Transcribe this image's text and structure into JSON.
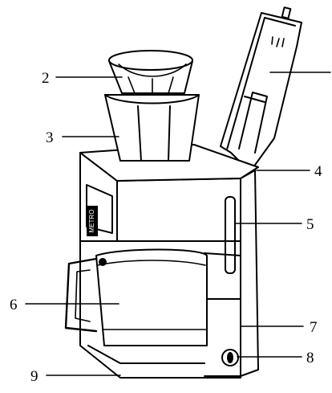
{
  "diagram": {
    "callouts": [
      {
        "id": "1",
        "label": ""
      },
      {
        "id": "2",
        "label": "2"
      },
      {
        "id": "3",
        "label": "3"
      },
      {
        "id": "4",
        "label": "4"
      },
      {
        "id": "5",
        "label": "5"
      },
      {
        "id": "6",
        "label": "6"
      },
      {
        "id": "7",
        "label": "7"
      },
      {
        "id": "8",
        "label": "8"
      },
      {
        "id": "9",
        "label": "9"
      }
    ],
    "brand_badge": "METRO"
  }
}
